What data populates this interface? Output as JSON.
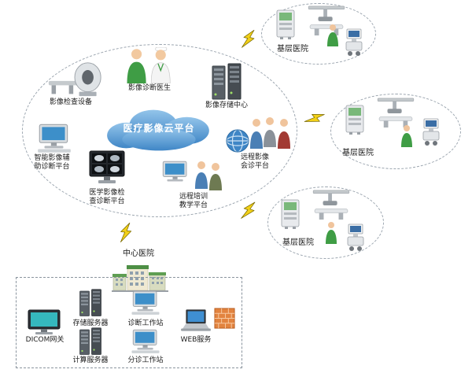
{
  "colors": {
    "cloud_blue": "#4a8fc7",
    "lightning_yellow": "#f2d018",
    "firewall_orange": "#e2833f",
    "doctor_green": "#3f9d45"
  },
  "cloud": {
    "platform_label": "医疗影像云平台",
    "nodes": {
      "equipment": "影像检查设备",
      "doctors": "影像诊断医生",
      "storage": "影像存储中心",
      "ai_assist": "智能影像辅\n助诊断平台",
      "exam_diag": "医学影像检\n查诊断平台",
      "remote_consult": "远程影像\n会诊平台",
      "remote_training": "远程培训\n教学平台"
    }
  },
  "hospitals": {
    "basic_top": "基层医院",
    "basic_right": "基层医院",
    "basic_bottom": "基层医院",
    "central": "中心医院"
  },
  "datacenter": {
    "dicom_gateway": "DICOM网关",
    "storage_server": "存储服务器",
    "diagnosis_workstation": "诊断工作站",
    "compute_server": "计算服务器",
    "triage_workstation": "分诊工作站",
    "web_service": "WEB服务"
  }
}
